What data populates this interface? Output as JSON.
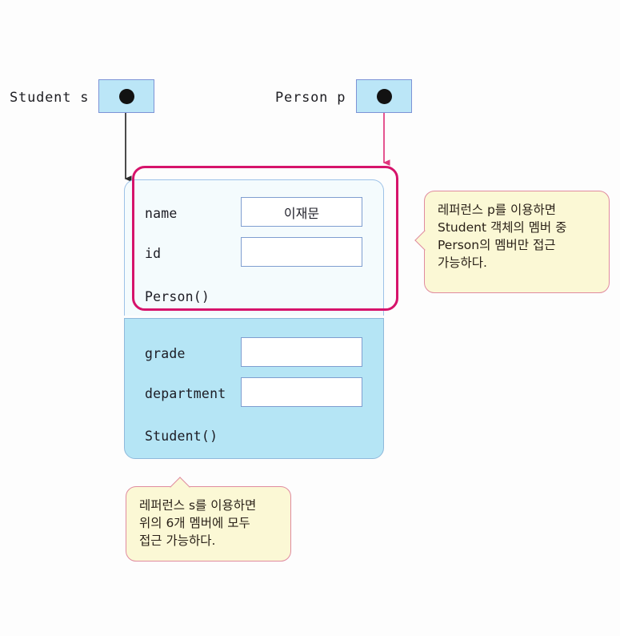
{
  "references": [
    {
      "id": "student-ref",
      "label": "Student s",
      "dot": "filled-dot",
      "arrow_color": "#2b2b2b",
      "points_to": "student-object"
    },
    {
      "id": "person-ref",
      "label": "Person p",
      "dot": "filled-dot",
      "arrow_color": "#e0357d",
      "points_to": "person-part"
    }
  ],
  "object": {
    "person_part": {
      "section_name": "Person",
      "background_color": "#f4fbfd",
      "members": [
        {
          "name": "name",
          "value": "이재문"
        },
        {
          "name": "id",
          "value": ""
        }
      ],
      "constructor": "Person()"
    },
    "student_part": {
      "section_name": "Student",
      "background_color": "#b5e5f5",
      "members": [
        {
          "name": "grade",
          "value": ""
        },
        {
          "name": "department",
          "value": ""
        }
      ],
      "constructor": "Student()"
    }
  },
  "highlight": {
    "name": "person-member-highlight",
    "color": "#d6136b"
  },
  "callouts": [
    {
      "id": "callout-right",
      "target": "person-part",
      "background_color": "#fbf8d5",
      "border_color": "#e08b9f",
      "lines": [
        "레퍼런스 p를 이용하면",
        "Student 객체의 멤버 중",
        "Person의 멤버만 접근",
        "가능하다."
      ]
    },
    {
      "id": "callout-bottom",
      "target": "student-object",
      "background_color": "#fbf8d5",
      "border_color": "#e08b9f",
      "lines": [
        "레퍼런스 s를 이용하면",
        "위의 6개 멤버에 모두",
        "접근 가능하다."
      ]
    }
  ]
}
